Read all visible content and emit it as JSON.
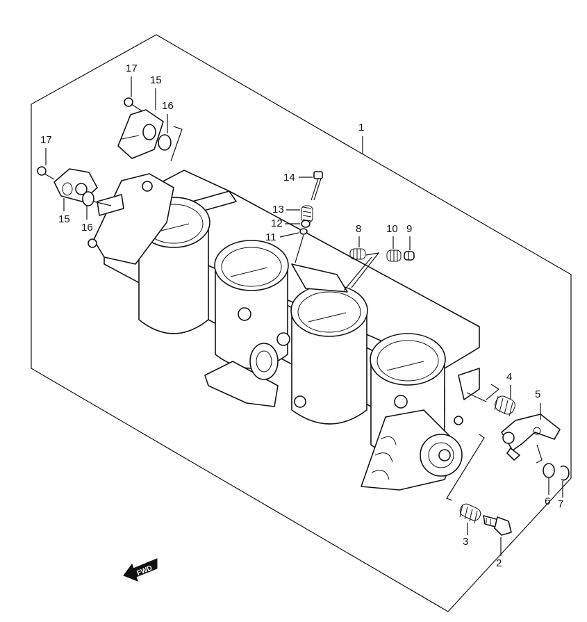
{
  "callouts": {
    "c1": "1",
    "c2": "2",
    "c3": "3",
    "c4": "4",
    "c5": "5",
    "c6": "6",
    "c7": "7",
    "c8": "8",
    "c9": "9",
    "c10": "10",
    "c11": "11",
    "c12": "12",
    "c13": "13",
    "c14": "14",
    "c15a": "15",
    "c15b": "15",
    "c16a": "16",
    "c16b": "16",
    "c17a": "17",
    "c17b": "17"
  },
  "fwd": {
    "label": "FWD"
  }
}
